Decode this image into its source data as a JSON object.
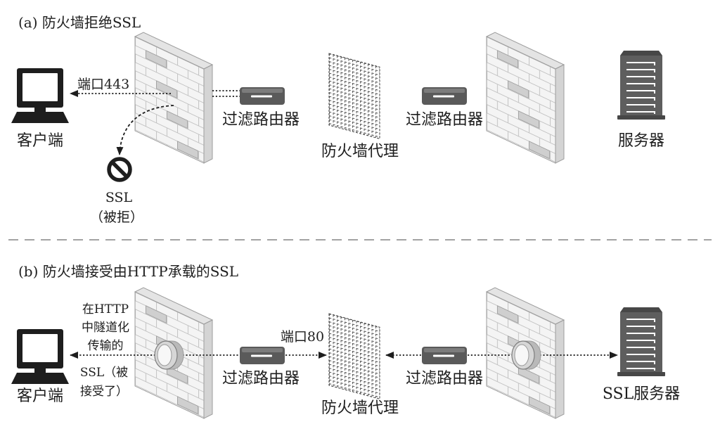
{
  "panel_a": {
    "caption": "(a) 防火墙拒绝SSL",
    "client_label": "客户端",
    "port_label": "端口443",
    "rejected_protocol": "SSL",
    "rejected_note": "（被拒）",
    "router_left_label": "过滤路由器",
    "proxy_label": "防火墙代理",
    "router_right_label": "过滤路由器",
    "server_label": "服务器"
  },
  "panel_b": {
    "caption": "(b) 防火墙接受由HTTP承载的SSL",
    "client_label": "客户端",
    "tunnel_note_lines": [
      "在HTTP",
      "中隧道化",
      "传输的",
      "SSL（被",
      "接受了）"
    ],
    "router_left_label": "过滤路由器",
    "port_label": "端口80",
    "proxy_label": "防火墙代理",
    "router_right_label": "过滤路由器",
    "server_label": "SSL服务器"
  },
  "icons": {
    "client": "desktop-computer-icon",
    "firewall": "brick-wall-icon",
    "router": "filtering-router-icon",
    "proxy": "mesh-screen-icon",
    "server": "server-rack-icon",
    "blocked": "prohibited-icon",
    "tunnel": "tunnel-pipe-icon",
    "arrow": "arrowhead-icon"
  },
  "colors": {
    "ink": "#1e1e1e",
    "wall_face": "#f4f4f4",
    "wall_top": "#e4e4e4",
    "wall_side": "#d4d4d4",
    "wall_mortar": "#c2c2c2",
    "wall_edge": "#9c9c9c",
    "wall_accent_brick": "#cfcfcf",
    "router_body": "#5a5a5a",
    "router_top": "#7c7c7c",
    "server_body": "#5e5e5e",
    "server_cap": "#474747",
    "mesh": "#4a4a4a",
    "tunnel": "#d6d6d6",
    "tunnel_shade": "#b9b9b9",
    "separator": "#a3a3a3"
  }
}
